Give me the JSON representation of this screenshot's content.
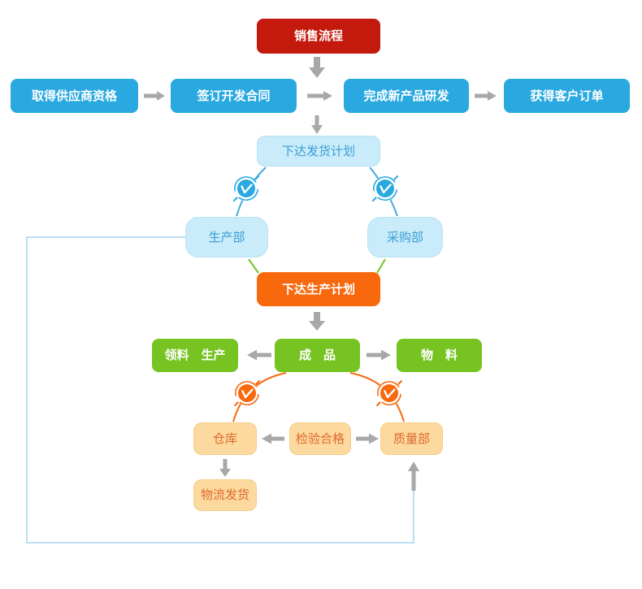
{
  "diagram": {
    "title_node": "销售流程",
    "type": "flowchart"
  },
  "nodes": {
    "sales": {
      "label": "销售流程"
    },
    "supplier": {
      "label": "取得供应商资格"
    },
    "contract": {
      "label": "签订开发合同"
    },
    "develop": {
      "label": "完成新产品研发"
    },
    "order": {
      "label": "获得客户订单"
    },
    "ship_plan": {
      "label": "下达发货计划"
    },
    "production_dept": {
      "label": "生产部"
    },
    "purchasing_dept": {
      "label": "采购部"
    },
    "production_plan": {
      "label": "下达生产计划"
    },
    "picking": {
      "label": "领料　生产"
    },
    "finished": {
      "label": "成　品"
    },
    "materials": {
      "label": "物　料"
    },
    "warehouse": {
      "label": "仓库"
    },
    "inspection": {
      "label": "检验合格"
    },
    "quality": {
      "label": "质量部"
    },
    "logistics": {
      "label": "物流发货"
    }
  },
  "edges": [
    {
      "from": "sales",
      "to": "row2",
      "style": "gray-arrow-down"
    },
    {
      "from": "supplier",
      "to": "contract",
      "style": "gray-arrow-right"
    },
    {
      "from": "contract",
      "to": "develop",
      "style": "gray-arrow-right"
    },
    {
      "from": "develop",
      "to": "order",
      "style": "gray-arrow-right"
    },
    {
      "from": "row2",
      "to": "ship_plan",
      "style": "gray-arrow-down"
    },
    {
      "from": "ship_plan",
      "to": "production_dept",
      "style": "blue-curve-clock"
    },
    {
      "from": "ship_plan",
      "to": "purchasing_dept",
      "style": "blue-curve-clock"
    },
    {
      "from": "production_dept",
      "to": "production_plan",
      "style": "green-line"
    },
    {
      "from": "purchasing_dept",
      "to": "production_plan",
      "style": "green-line"
    },
    {
      "from": "production_plan",
      "to": "finished",
      "style": "gray-arrow-down"
    },
    {
      "from": "finished",
      "to": "picking",
      "style": "gray-arrow-left"
    },
    {
      "from": "finished",
      "to": "materials",
      "style": "gray-arrow-right"
    },
    {
      "from": "finished",
      "to": "warehouse",
      "style": "orange-curve-clock"
    },
    {
      "from": "finished",
      "to": "quality",
      "style": "orange-curve-clock"
    },
    {
      "from": "inspection",
      "to": "warehouse",
      "style": "gray-arrow-left"
    },
    {
      "from": "inspection",
      "to": "quality",
      "style": "gray-arrow-right"
    },
    {
      "from": "warehouse",
      "to": "logistics",
      "style": "gray-arrow-down"
    },
    {
      "from": "production_dept",
      "to": "quality",
      "style": "feedback-line-up-arrow"
    }
  ],
  "icons": {
    "clock_blue": "clock-icon",
    "clock_orange": "clock-icon"
  },
  "colors": {
    "red": "#c4190d",
    "blue": "#29a9e0",
    "light_blue_bg": "#c9ebfa",
    "light_blue_text": "#3a9fd4",
    "orange": "#f8690e",
    "green": "#76c322",
    "tan_bg": "#fcd99e",
    "tan_text": "#e0692f",
    "arrow_gray": "#a8a8a8",
    "curve_blue": "#45aadd",
    "feedback_line": "#a5d3eb"
  }
}
